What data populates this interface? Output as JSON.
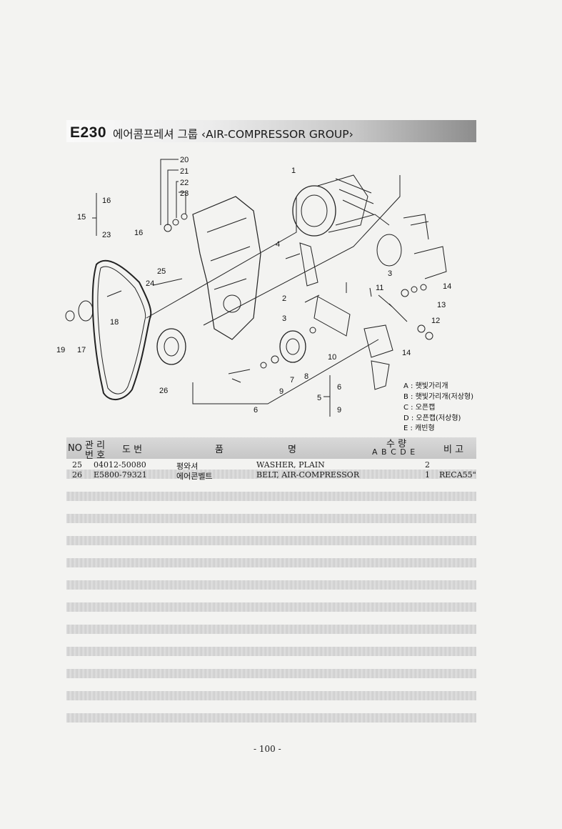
{
  "header": {
    "code": "E230",
    "title": "에어콤프레셔 그룹 ‹AIR-COMPRESSOR GROUP›"
  },
  "diagram": {
    "callouts": [
      "20",
      "21",
      "22",
      "23",
      "1",
      "16",
      "15",
      "23",
      "16",
      "4",
      "3",
      "25",
      "2",
      "11",
      "14",
      "24",
      "13",
      "12",
      "18",
      "3",
      "19",
      "17",
      "10",
      "14",
      "8",
      "26",
      "7",
      "9",
      "6",
      "6",
      "5",
      "9"
    ],
    "legend": [
      "A : 햇빛가리개",
      "B : 햇빛가리개(저상형)",
      "C : 오픈캡",
      "D : 오픈캡(저상형)",
      "E : 캐빈형"
    ]
  },
  "table": {
    "headers": {
      "no": "NO",
      "mgmt_top": "관 리",
      "mgmt_bottom": "번 호",
      "drawing": "도    번",
      "item": "품",
      "name": "명",
      "qty": "수    량",
      "cols": "A  B  C  D  E",
      "remark": "비  고"
    },
    "rows": [
      {
        "no": "25",
        "part": "04012-50080",
        "kor": "평와셔",
        "eng": "WASHER, PLAIN",
        "qty": "2",
        "remark": ""
      },
      {
        "no": "26",
        "part": "E5800-79321",
        "kor": "에어콘벨트",
        "eng": "BELT, AIR-COMPRESSOR",
        "qty": "1",
        "remark": "RECA55\""
      }
    ]
  },
  "footer": {
    "page": "- 100 -"
  }
}
